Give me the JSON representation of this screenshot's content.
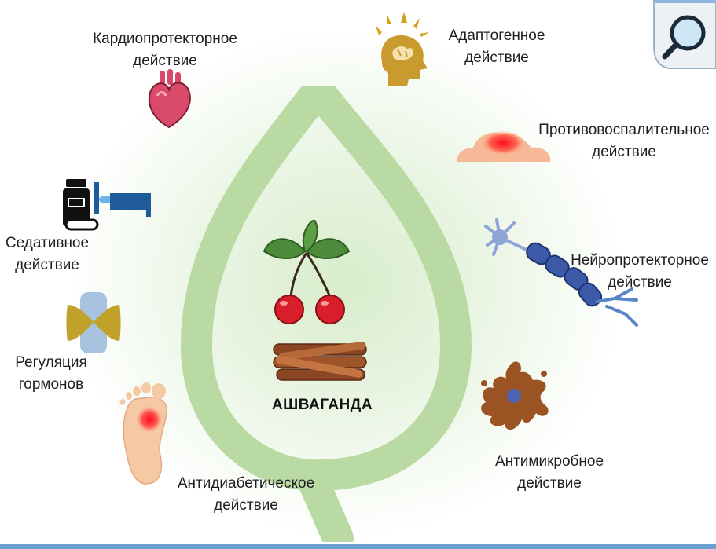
{
  "center": {
    "title": "АШВАГАНДА"
  },
  "effects": {
    "cardio": {
      "line1": "Кардиопротекторное",
      "line2": "действие"
    },
    "adapto": {
      "line1": "Адаптогенное",
      "line2": "действие"
    },
    "antiinflam": {
      "line1": "Противовоспалительное",
      "line2": "действие"
    },
    "sedative": {
      "line1": "Седативное",
      "line2": "действие"
    },
    "neuro": {
      "line1": "Нейропротекторное",
      "line2": "действие"
    },
    "hormones": {
      "line1": "Регуляция",
      "line2": "гормонов"
    },
    "antimicro": {
      "line1": "Антимикробное",
      "line2": "действие"
    },
    "antidiab": {
      "line1": "Антидиабетическое",
      "line2": "действие"
    }
  },
  "icons": [
    "search-magnifier-icon",
    "heart-icon",
    "brain-lightning-icon",
    "inflamed-skin-icon",
    "pill-bottle-bed-icon",
    "neuron-icon",
    "hormone-gland-icon",
    "microbe-splat-icon",
    "foot-icon",
    "cherry-icon",
    "cinnamon-sticks-icon",
    "leaf-outline-icon"
  ],
  "colors": {
    "leaf": "#b9dba3",
    "heart": "#d94a6a",
    "brain": "#c99a2e",
    "neuron": "#3d5aa8",
    "microbe": "#9c5324",
    "cherry": "#d81e2b",
    "cinnamon": "#8a4522",
    "frame": "#6aa0d0"
  }
}
